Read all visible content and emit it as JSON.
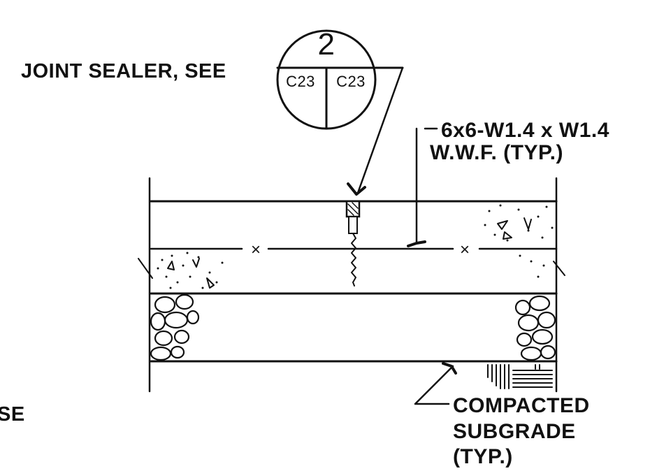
{
  "labels": {
    "joint_sealer": "JOINT SEALER, SEE",
    "detail_number": "2",
    "sheet_left": "C23",
    "sheet_right": "C23",
    "wwf_line1": "6x6-W1.4 x W1.4",
    "wwf_line2": "W.W.F. (TYP.)",
    "subgrade_line1": "COMPACTED",
    "subgrade_line2": "SUBGRADE",
    "subgrade_line3": "(TYP.)",
    "cut_text": "SE"
  }
}
